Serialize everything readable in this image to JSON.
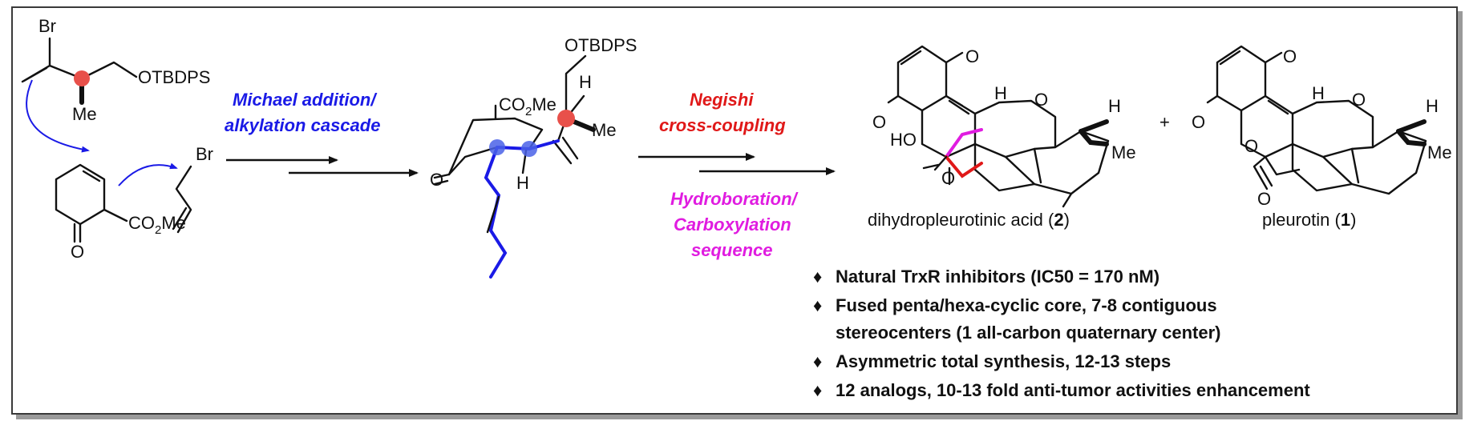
{
  "reagents": {
    "vinyl_bromide": {
      "br": "Br",
      "otbdps": "OTBDPS",
      "me": "Me"
    },
    "enone": {
      "co2me_a": "CO",
      "co2me_sub": "2",
      "co2me_b": "Me",
      "o": "O"
    },
    "allyl_bromide": {
      "br": "Br"
    }
  },
  "step1": {
    "line1": "Michael addition/",
    "line2": "alkylation cascade",
    "color": "#1a1ae6"
  },
  "intermediate": {
    "otbdps": "OTBDPS",
    "h_top": "H",
    "me": "Me",
    "co2me_a": "CO",
    "co2me_sub": "2",
    "co2me_b": "Me",
    "o": "O",
    "h_bottom": "H"
  },
  "step2": {
    "negishi1": "Negishi",
    "negishi2": "cross-coupling",
    "negishi_color": "#e01818",
    "hydro1": "Hydroboration/",
    "hydro2": "Carboxylation",
    "hydro3": "sequence",
    "hydro_color": "#e01ce0"
  },
  "product2": {
    "o_top": "O",
    "o_left": "O",
    "h1": "H",
    "o_ring": "O",
    "h2": "H",
    "ho": "HO",
    "me": "Me",
    "o_bottom": "O",
    "name": "dihydropleurotinic acid (",
    "num": "2",
    "close": ")"
  },
  "plus": "+",
  "product1": {
    "o_top": "O",
    "o_left": "O",
    "h1": "H",
    "o_ring": "O",
    "h2": "H",
    "me": "Me",
    "o_lactone": "O",
    "o_carbonyl": "O",
    "name": "pleurotin (",
    "num": "1",
    "close": ")"
  },
  "bullets": [
    "Natural TrxR inhibitors (IC50 = 170 nM)",
    "Fused penta/hexa-cyclic core, 7-8 contiguous",
    "stereocenters (1 all-carbon quaternary center)",
    "Asymmetric total synthesis, 12-13 steps",
    "12 analogs,  10-13 fold anti-tumor activities enhancement"
  ],
  "bullet_glyph": "♦",
  "highlight_colors": {
    "red": "#e8504a",
    "blue": "#4a62e8"
  }
}
